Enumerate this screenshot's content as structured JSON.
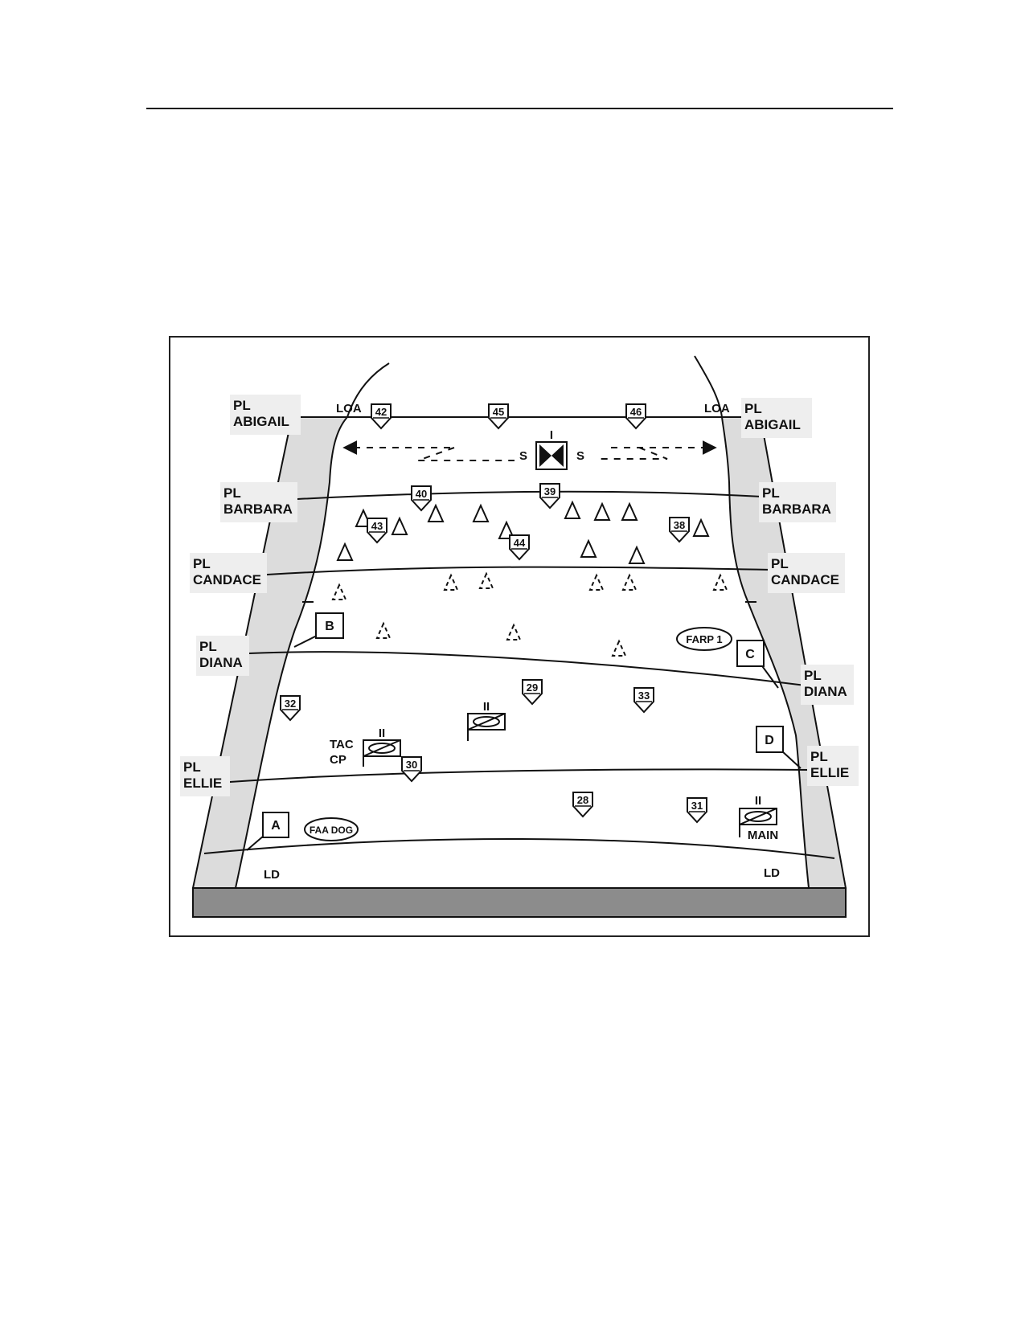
{
  "phase_lines": {
    "abigail_left": [
      "PL",
      "ABIGAIL"
    ],
    "abigail_right": [
      "PL",
      "ABIGAIL"
    ],
    "barbara_left": [
      "PL",
      "BARBARA"
    ],
    "barbara_right": [
      "PL",
      "BARBARA"
    ],
    "candace_left": [
      "PL",
      "CANDACE"
    ],
    "candace_right": [
      "PL",
      "CANDACE"
    ],
    "diana_left": [
      "PL",
      "DIANA"
    ],
    "diana_right": [
      "PL",
      "DIANA"
    ],
    "ellie_left": [
      "PL",
      "ELLIE"
    ],
    "ellie_right": [
      "PL",
      "ELLIE"
    ]
  },
  "limits": {
    "loa_left": "LOA",
    "loa_right": "LOA",
    "ld_left": "LD",
    "ld_right": "LD"
  },
  "screen": {
    "left_s": "S",
    "right_s": "S",
    "echelon": "I"
  },
  "checkpoints": [
    "42",
    "45",
    "46",
    "40",
    "39",
    "43",
    "44",
    "38",
    "29",
    "33",
    "32",
    "30",
    "28",
    "31"
  ],
  "points": [
    "A",
    "B",
    "C",
    "D"
  ],
  "sites": {
    "farp": "FARP 1",
    "faa": "FAA DOG",
    "tac_cp": [
      "TAC",
      "CP"
    ],
    "main": "MAIN",
    "echelon": "II"
  }
}
